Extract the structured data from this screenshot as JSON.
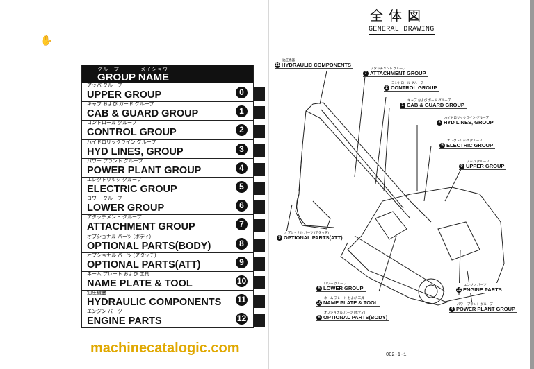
{
  "left_page": {
    "header": {
      "kana_group": "グループ",
      "kana_name": "メイショウ",
      "title": "GROUP NAME"
    },
    "groups": [
      {
        "kana": "アッパ グループ",
        "name": "UPPER GROUP",
        "num": "0"
      },
      {
        "kana": "キャブ および ガード グループ",
        "name": "CAB & GUARD GROUP",
        "num": "1"
      },
      {
        "kana": "コントロール グループ",
        "name": "CONTROL GROUP",
        "num": "2"
      },
      {
        "kana": "ハイドロリックライン グループ",
        "name": "HYD LINES, GROUP",
        "num": "3"
      },
      {
        "kana": "パワー プラント グループ",
        "name": "POWER PLANT GROUP",
        "num": "4"
      },
      {
        "kana": "エレクトリック グループ",
        "name": "ELECTRIC GROUP",
        "num": "5"
      },
      {
        "kana": "ロワー グループ",
        "name": "LOWER GROUP",
        "num": "6"
      },
      {
        "kana": "アタッチメント グループ",
        "name": "ATTACHMENT GROUP",
        "num": "7"
      },
      {
        "kana": "オプショナル パーツ (ボディ)",
        "name": "OPTIONAL PARTS(BODY)",
        "num": "8"
      },
      {
        "kana": "オプショナル パーツ (アタッチ)",
        "name": "OPTIONAL PARTS(ATT)",
        "num": "9"
      },
      {
        "kana": "ネーム プレート および 工具",
        "name": "NAME PLATE & TOOL",
        "num": "10"
      },
      {
        "kana": "油圧機器",
        "name": "HYDRAULIC COMPONENTS",
        "num": "11"
      },
      {
        "kana": "エンジン パーツ",
        "name": "ENGINE PARTS",
        "num": "12"
      }
    ],
    "watermark": "machinecatalogic.com"
  },
  "right_page": {
    "title_jp": "全体図",
    "title_en": "GENERAL DRAWING",
    "labels": [
      {
        "num": "11",
        "kana": "油圧機器",
        "text": "HYDRAULIC COMPONENTS"
      },
      {
        "num": "7",
        "kana": "アタッチメント グループ",
        "text": "ATTACHMENT GROUP"
      },
      {
        "num": "2",
        "kana": "コントロール グループ",
        "text": "CONTROL GROUP"
      },
      {
        "num": "1",
        "kana": "キャブ および ガード グループ",
        "text": "CAB & GUARD GROUP"
      },
      {
        "num": "3",
        "kana": "ハイドロリックライン グループ",
        "text": "HYD LINES, GROUP"
      },
      {
        "num": "5",
        "kana": "エレクトリック グループ",
        "text": "ELECTRIC GROUP"
      },
      {
        "num": "0",
        "kana": "アッパ グループ",
        "text": "UPPER GROUP"
      },
      {
        "num": "9",
        "kana": "オプショナル パーツ (アタッチ)",
        "text": "OPTIONAL PARTS(ATT)"
      },
      {
        "num": "6",
        "kana": "ロワー グループ",
        "text": "LOWER GROUP"
      },
      {
        "num": "10",
        "kana": "ネーム プレート および 工具",
        "text": "NAME PLATE & TOOL"
      },
      {
        "num": "8",
        "kana": "オプショナル パーツ (ボディ)",
        "text": "OPTIONAL PARTS(BODY)"
      },
      {
        "num": "12",
        "kana": "エンジン パーツ",
        "text": "ENGINE PARTS"
      },
      {
        "num": "4",
        "kana": "パワー プラント グループ",
        "text": "POWER PLANT GROUP"
      }
    ],
    "page_number": "002-1-1"
  }
}
